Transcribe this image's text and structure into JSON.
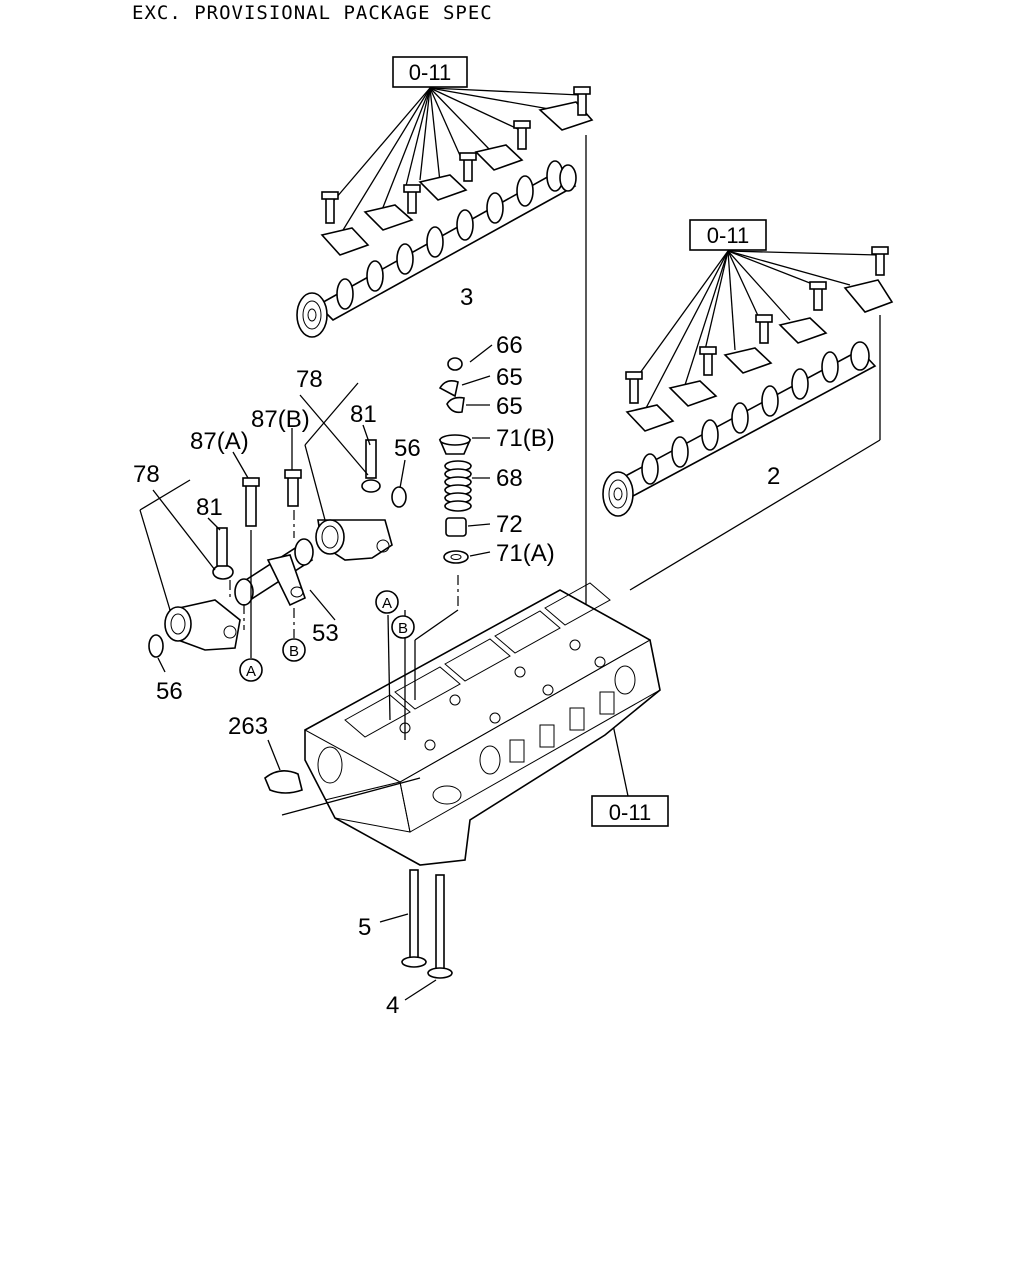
{
  "header": {
    "text": "EXC. PROVISIONAL PACKAGE SPEC"
  },
  "reference_boxes": {
    "top": "0-11",
    "right": "0-11",
    "bottom": "0-11"
  },
  "part_labels": {
    "p3": "3",
    "p2": "2",
    "p66": "66",
    "p65a": "65",
    "p65b": "65",
    "p71b": "71(B)",
    "p68": "68",
    "p72": "72",
    "p71a": "71(A)",
    "p78a": "78",
    "p78b": "78",
    "p81a": "81",
    "p81b": "81",
    "p87b": "87(B)",
    "p87a": "87(A)",
    "p56a": "56",
    "p56b": "56",
    "p53": "53",
    "p263": "263",
    "p5": "5",
    "p4": "4"
  },
  "circle_markers": {
    "a_left": "A",
    "b_left": "B",
    "a_head": "A",
    "b_head": "B"
  }
}
